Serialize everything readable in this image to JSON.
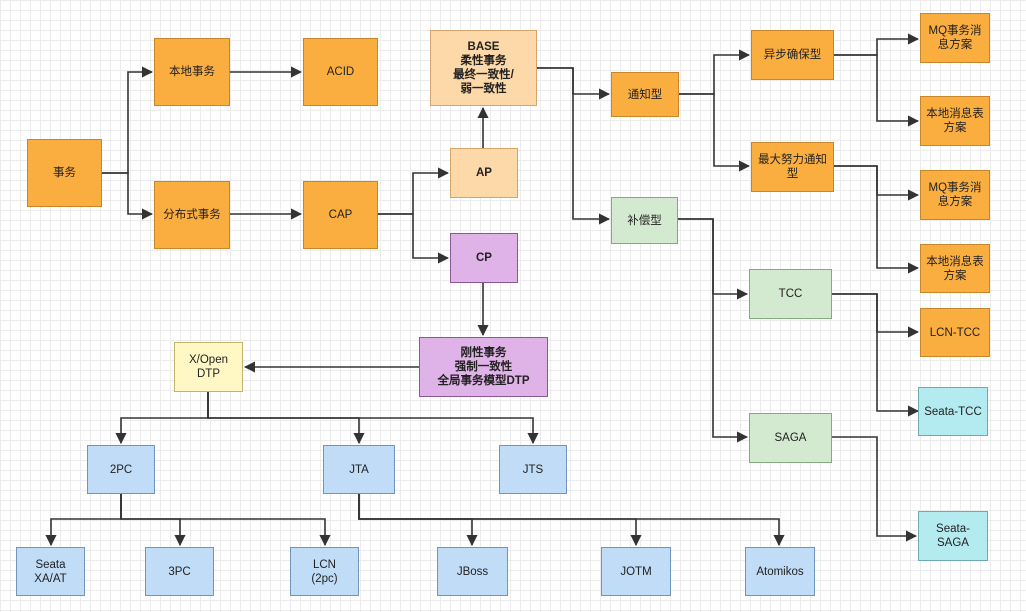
{
  "nodes": {
    "shiwu": "事务",
    "bendi": "本地事务",
    "acid": "ACID",
    "fenbushi": "分布式事务",
    "cap": "CAP",
    "base": "BASE\n柔性事务\n最终一致性/\n弱一致性",
    "ap": "AP",
    "cp": "CP",
    "gangxing": "刚性事务\n强制一致性\n全局事务模型DTP",
    "xopen": "X/Open\nDTP",
    "tongzhi": "通知型",
    "buchang": "补偿型",
    "yibu": "异步确保型",
    "zuida": "最大努力通知\n型",
    "tcc": "TCC",
    "saga": "SAGA",
    "mq1": "MQ事务消\n息方案",
    "local1": "本地消息表\n方案",
    "mq2": "MQ事务消\n息方案",
    "local2": "本地消息表\n方案",
    "lcntcc": "LCN-TCC",
    "seatatcc": "Seata-TCC",
    "seatasaga": "Seata-\nSAGA",
    "pc2": "2PC",
    "jta": "JTA",
    "jts": "JTS",
    "seataxa": "Seata\nXA/AT",
    "pc3": "3PC",
    "lcn": "LCN\n(2pc)",
    "jboss": "JBoss",
    "jotm": "JOTM",
    "atomikos": "Atomikos"
  },
  "colors": {
    "orange": "#fbae40",
    "peach": "#fdd8a8",
    "purple": "#e0b3e8",
    "yellow": "#fff8c4",
    "blue": "#c0dcf6",
    "green": "#d4ead0",
    "cyan": "#b3ebf0",
    "line": "#333333"
  }
}
